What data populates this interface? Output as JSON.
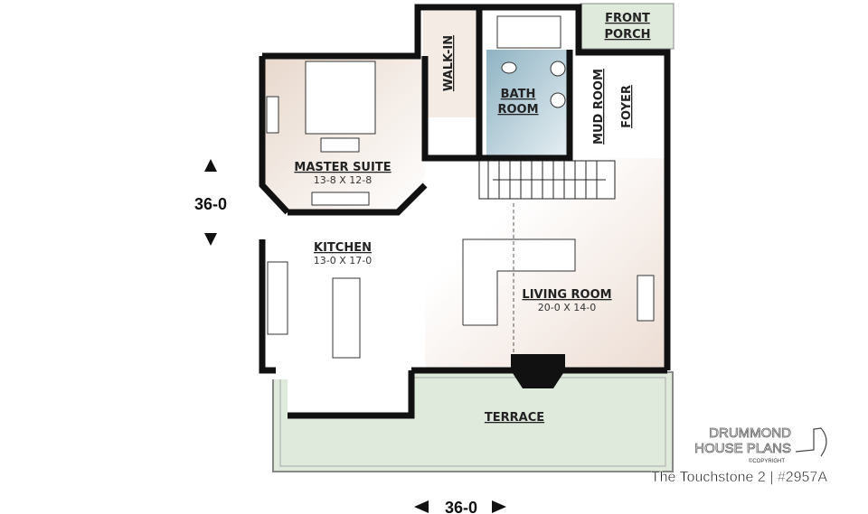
{
  "rooms": {
    "master": {
      "name": "MASTER SUITE",
      "size": "13-8 X 12-8"
    },
    "walkin": {
      "name": "WALK-IN"
    },
    "bath": {
      "name1": "BATH",
      "name2": "ROOM"
    },
    "porch": {
      "name1": "FRONT",
      "name2": "PORCH"
    },
    "mud": {
      "name": "MUD ROOM"
    },
    "foyer": {
      "name": "FOYER"
    },
    "kitchen": {
      "name": "KITCHEN",
      "size": "13-0 X 17-0"
    },
    "living": {
      "name": "LIVING ROOM",
      "size": "20-0 X 14-0"
    },
    "terrace": {
      "name": "TERRACE"
    }
  },
  "dimensions": {
    "depth": "36-0",
    "width": "36-0"
  },
  "brand": {
    "line1": "DRUMMOND",
    "line2": "HOUSE PLANS",
    "copyright": "©COPYRIGHT"
  },
  "plan_title": "The Touchstone 2 | #2957A",
  "colors": {
    "master": "#efe3da",
    "bath": "#a9c6d3",
    "porch": "#dfe9dc",
    "terrace": "#dfe9dc",
    "living": "#f1e8e2",
    "wall": "#111111"
  }
}
